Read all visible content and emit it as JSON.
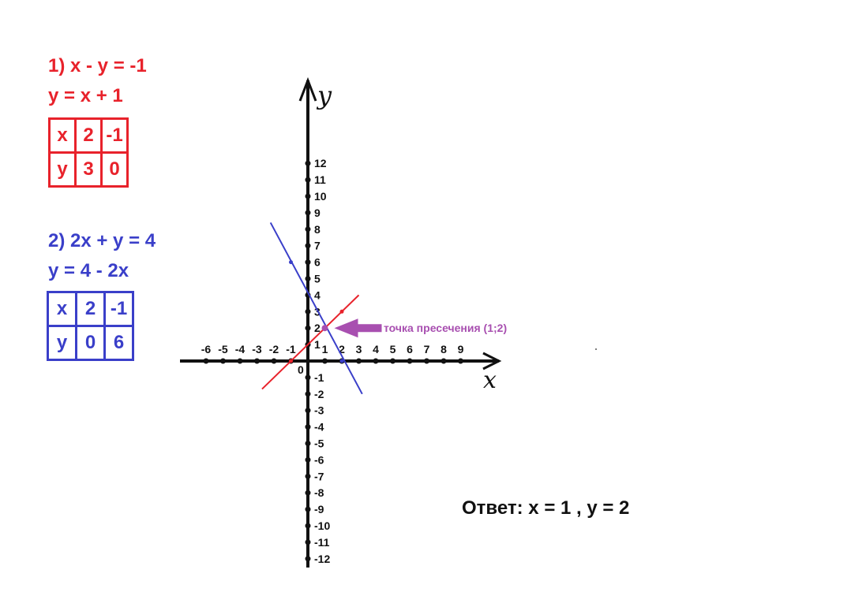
{
  "system1": {
    "equation": "1) x - y = -1",
    "rewritten": "y = x + 1",
    "table": {
      "x_header": "x",
      "y_header": "y",
      "x_values": [
        "2",
        "-1"
      ],
      "y_values": [
        "3",
        "0"
      ]
    },
    "color": "#e8222b"
  },
  "system2": {
    "equation": "2) 2x + y = 4",
    "rewritten": "y = 4 - 2x",
    "table": {
      "x_header": "x",
      "y_header": "y",
      "x_values": [
        "2",
        "-1"
      ],
      "y_values": [
        "0",
        "6"
      ]
    },
    "color": "#3a3fc9"
  },
  "graph": {
    "axis_x_label": "x",
    "axis_y_label": "y",
    "origin_label": "0",
    "x_ticks": [
      -6,
      -5,
      -4,
      -3,
      -2,
      -1,
      1,
      2,
      3,
      4,
      5,
      6,
      7,
      8,
      9
    ],
    "y_ticks": [
      12,
      11,
      10,
      9,
      8,
      7,
      6,
      5,
      4,
      3,
      2,
      1,
      -1,
      -2,
      -3,
      -4,
      -5,
      -6,
      -7,
      -8,
      -9,
      -10,
      -11,
      -12
    ],
    "intersection_label": "точка пресечения (1;2)",
    "intersection": [
      1,
      2
    ],
    "arrow_color": "#a84fb0"
  },
  "answer": "Ответ: x = 1 , y = 2"
}
